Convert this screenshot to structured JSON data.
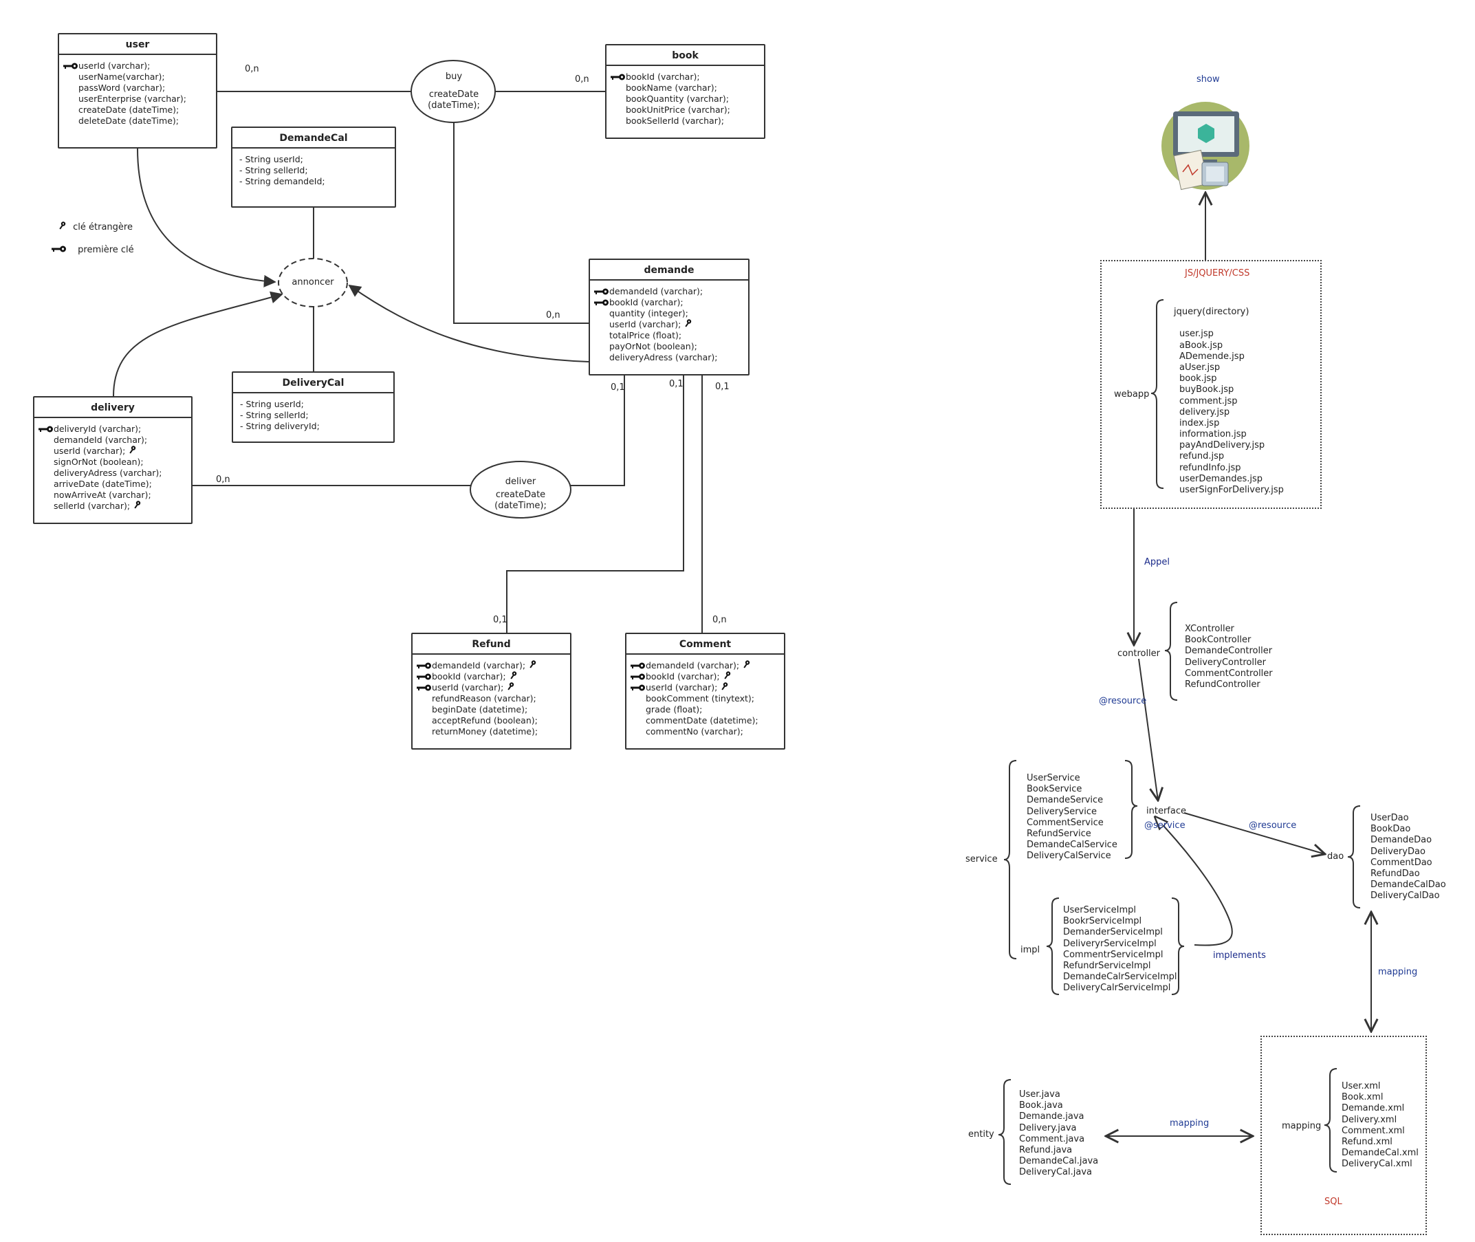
{
  "entities": {
    "user": {
      "title": "user",
      "fields": [
        {
          "name": "userId (varchar);",
          "pk": true,
          "fk": false
        },
        {
          "name": "userName(varchar);",
          "pk": false,
          "fk": false
        },
        {
          "name": "passWord (varchar);",
          "pk": false,
          "fk": false
        },
        {
          "name": "userEnterprise (varchar);",
          "pk": false,
          "fk": false
        },
        {
          "name": "createDate (dateTime);",
          "pk": false,
          "fk": false
        },
        {
          "name": "deleteDate (dateTime);",
          "pk": false,
          "fk": false
        }
      ]
    },
    "book": {
      "title": "book",
      "fields": [
        {
          "name": "bookId (varchar);",
          "pk": true,
          "fk": false
        },
        {
          "name": "bookName (varchar);",
          "pk": false,
          "fk": false
        },
        {
          "name": "bookQuantity (varchar);",
          "pk": false,
          "fk": false
        },
        {
          "name": "bookUnitPrice (varchar);",
          "pk": false,
          "fk": false
        },
        {
          "name": "bookSellerId (varchar);",
          "pk": false,
          "fk": false
        }
      ]
    },
    "demande": {
      "title": "demande",
      "fields": [
        {
          "name": "demandeId (varchar);",
          "pk": true,
          "fk": false
        },
        {
          "name": "bookId (varchar);",
          "pk": true,
          "fk": false
        },
        {
          "name": "quantity (integer);",
          "pk": false,
          "fk": false
        },
        {
          "name": "userId (varchar);",
          "pk": false,
          "fk": true
        },
        {
          "name": "totalPrice (float);",
          "pk": false,
          "fk": false
        },
        {
          "name": "payOrNot (boolean);",
          "pk": false,
          "fk": false
        },
        {
          "name": "deliveryAdress (varchar);",
          "pk": false,
          "fk": false
        }
      ]
    },
    "delivery": {
      "title": "delivery",
      "fields": [
        {
          "name": "deliveryId (varchar);",
          "pk": true,
          "fk": false
        },
        {
          "name": "demandeId (varchar);",
          "pk": false,
          "fk": false
        },
        {
          "name": "userId (varchar);",
          "pk": false,
          "fk": true
        },
        {
          "name": "signOrNot (boolean);",
          "pk": false,
          "fk": false
        },
        {
          "name": "deliveryAdress (varchar);",
          "pk": false,
          "fk": false
        },
        {
          "name": "arriveDate (dateTime);",
          "pk": false,
          "fk": false
        },
        {
          "name": "nowArriveAt (varchar);",
          "pk": false,
          "fk": false
        },
        {
          "name": "sellerId (varchar);",
          "pk": false,
          "fk": true
        }
      ]
    },
    "refund": {
      "title": "Refund",
      "fields": [
        {
          "name": "demandeId (varchar);",
          "pk": true,
          "fk": true
        },
        {
          "name": "bookId (varchar);",
          "pk": true,
          "fk": true
        },
        {
          "name": "userId (varchar);",
          "pk": true,
          "fk": true
        },
        {
          "name": "refundReason (varchar);",
          "pk": false,
          "fk": false
        },
        {
          "name": "beginDate (datetime);",
          "pk": false,
          "fk": false
        },
        {
          "name": "acceptRefund (boolean);",
          "pk": false,
          "fk": false
        },
        {
          "name": "returnMoney (datetime);",
          "pk": false,
          "fk": false
        }
      ]
    },
    "comment": {
      "title": "Comment",
      "fields": [
        {
          "name": "demandeId (varchar);",
          "pk": true,
          "fk": true
        },
        {
          "name": "bookId (varchar);",
          "pk": true,
          "fk": true
        },
        {
          "name": "userId (varchar);",
          "pk": true,
          "fk": true
        },
        {
          "name": "bookComment (tinytext);",
          "pk": false,
          "fk": false
        },
        {
          "name": "grade (float);",
          "pk": false,
          "fk": false
        },
        {
          "name": "commentDate (datetime);",
          "pk": false,
          "fk": false
        },
        {
          "name": "commentNo (varchar);",
          "pk": false,
          "fk": false
        }
      ]
    },
    "demandecal": {
      "title": "DemandeCal",
      "fields": [
        {
          "name": "- String userId;"
        },
        {
          "name": "- String sellerId;"
        },
        {
          "name": "- String demandeId;"
        }
      ]
    },
    "deliverycal": {
      "title": "DeliveryCal",
      "fields": [
        {
          "name": "- String userId;"
        },
        {
          "name": "- String sellerId;"
        },
        {
          "name": "- String deliveryId;"
        }
      ]
    }
  },
  "relations": {
    "buy": {
      "name": "buy",
      "attr1": "createDate",
      "attr2": "(dateTime);"
    },
    "deliver": {
      "name": "deliver",
      "attr1": "createDate",
      "attr2": "(dateTime);"
    },
    "annoncer": {
      "name": "annoncer"
    }
  },
  "cardinalities": {
    "user_buy": "0,n",
    "buy_book": "0,n",
    "buy_demande": "0,n",
    "delivery_deliver": "0,n",
    "demande_deliver": "0,1",
    "demande_refund": "0,1",
    "demande_comment": "0,1",
    "refund_side": "0,1",
    "comment_side": "0,n"
  },
  "legend": {
    "fk_label": "clé étrangère",
    "pk_label": "première clé"
  },
  "architecture": {
    "show": "show",
    "webapp_title": "JS/JQUERY/CSS",
    "webapp_label": "webapp",
    "jsp_files": [
      "jquery(directory)",
      "",
      "user.jsp",
      "aBook.jsp",
      "ADemende.jsp",
      "aUser.jsp",
      "book.jsp",
      "buyBook.jsp",
      "comment.jsp",
      "delivery.jsp",
      "index.jsp",
      "information.jsp",
      "payAndDelivery.jsp",
      "refund.jsp",
      "refundInfo.jsp",
      "userDemandes.jsp",
      "userSignForDelivery.jsp"
    ],
    "appel": "Appel",
    "controller_label": "controller",
    "controllers": [
      "XController",
      "BookController",
      "DemandeController",
      "DeliveryController",
      "CommentController",
      "RefundController"
    ],
    "resource1": "@resource",
    "service_label": "service",
    "services": [
      "UserService",
      "BookService",
      "DemandeService",
      "DeliveryService",
      "CommentService",
      "RefundService",
      "DemandeCalService",
      "DeliveryCalService"
    ],
    "interface_label": "interface",
    "service_annot": "@service",
    "resource2": "@resource",
    "dao_label": "dao",
    "daos": [
      "UserDao",
      "BookDao",
      "DemandeDao",
      "DeliveryDao",
      "CommentDao",
      "RefundDao",
      "DemandeCalDao",
      "DeliveryCalDao"
    ],
    "impl_label": "impl",
    "impls": [
      "UserServiceImpl",
      "BookrServiceImpl",
      "DemanderServiceImpl",
      "DeliveryrServiceImpl",
      "CommentrServiceImpl",
      "RefundrServiceImpl",
      "DemandeCalrServiceImpl",
      "DeliveryCalrServiceImpl"
    ],
    "implements": "implements",
    "mapping_dao": "mapping",
    "entity_label": "entity",
    "entities": [
      "User.java",
      "Book.java",
      "Demande.java",
      "Delivery.java",
      "Comment.java",
      "Refund.java",
      "DemandeCal.java",
      "DeliveryCal.java"
    ],
    "mapping_entity": "mapping",
    "mapping_label": "mapping",
    "xmls": [
      "User.xml",
      "Book.xml",
      "Demande.xml",
      "Delivery.xml",
      "Comment.xml",
      "Refund.xml",
      "DemandeCal.xml",
      "DeliveryCal.xml"
    ],
    "sql": "SQL"
  },
  "colors": {
    "line": "#333333",
    "blue": "#1f3a93",
    "red": "#c0392b",
    "icon_bg": "#a8b86a",
    "icon_screen": "#3bb49a"
  }
}
